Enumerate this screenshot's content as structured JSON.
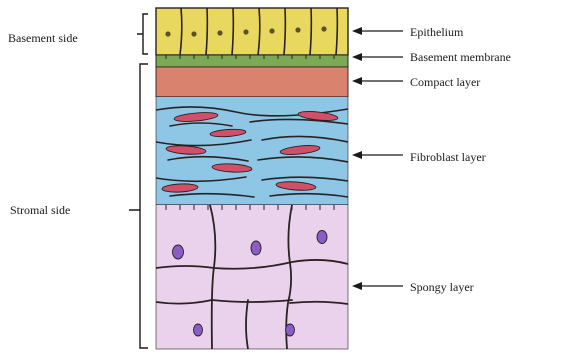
{
  "figure": {
    "side_labels": {
      "basement_side": "Basement side",
      "stromal_side": "Stromal side"
    },
    "layers": [
      {
        "key": "epithelium",
        "label": "Epithelium",
        "color": "#e8d860"
      },
      {
        "key": "basement_membrane",
        "label": "Basement membrane",
        "color": "#7ca955"
      },
      {
        "key": "compact",
        "label": "Compact layer",
        "color": "#d9826d"
      },
      {
        "key": "fibroblast",
        "label": "Fibroblast layer",
        "color": "#8ec6e6"
      },
      {
        "key": "spongy",
        "label": "Spongy layer",
        "color": "#ead2ec"
      }
    ],
    "colors": {
      "nucleus_epithelial": "#5c5225",
      "fibroblast_cell": "#d0506a",
      "spongy_nucleus": "#8a5cc4",
      "outline": "#2a2222"
    }
  }
}
